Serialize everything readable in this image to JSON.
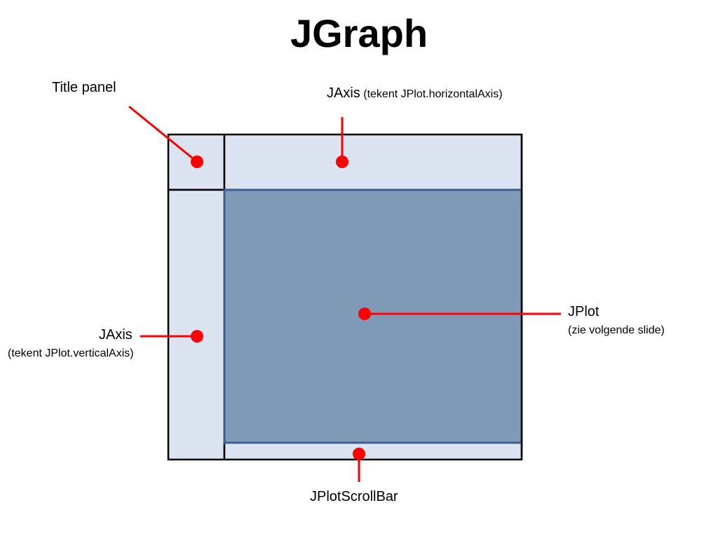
{
  "slide": {
    "title": "JGraph"
  },
  "labels": {
    "title_panel": "Title panel",
    "jaxis_horizontal_name": "JAxis",
    "jaxis_horizontal_note": "(tekent JPlot.horizontalAxis)",
    "jaxis_vertical_name": "JAxis",
    "jaxis_vertical_note": "(tekent JPlot.verticalAxis)",
    "jplot_name": "JPlot",
    "jplot_note": "(zie volgende slide)",
    "scrollbar_name": "JPlotScrollBar"
  },
  "colors": {
    "panel_fill": "#dae3ef",
    "plot_fill": "#7f9ab7",
    "plot_border": "#3d5f8f",
    "frame_stroke": "#000000",
    "callout": "#ff0000"
  }
}
